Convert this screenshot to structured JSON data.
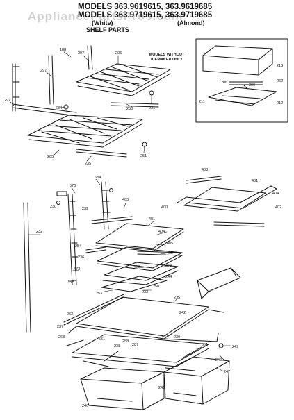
{
  "header": {
    "line1": "MODELS 363.9619615, 363.9619685",
    "line2": "MODELS 363.9719615, 363.9719685",
    "white": "(White)",
    "almond": "(Almond)",
    "title": "SHELF PARTS"
  },
  "watermark": "AppliancePartsPros.com",
  "inset_note": "MODELS WITHOUT ICEMAKER ONLY",
  "callouts": [
    {
      "id": "c188",
      "text": "188"
    },
    {
      "id": "c297a",
      "text": "297"
    },
    {
      "id": "c206a",
      "text": "206"
    },
    {
      "id": "c297b",
      "text": "297"
    },
    {
      "id": "c297c",
      "text": "297"
    },
    {
      "id": "c684a",
      "text": "684"
    },
    {
      "id": "c250",
      "text": "250"
    },
    {
      "id": "c231a",
      "text": "231"
    },
    {
      "id": "c213",
      "text": "213"
    },
    {
      "id": "c206b",
      "text": "206"
    },
    {
      "id": "c262",
      "text": "262"
    },
    {
      "id": "c209",
      "text": "209"
    },
    {
      "id": "c211",
      "text": "211"
    },
    {
      "id": "c212",
      "text": "212"
    },
    {
      "id": "c205",
      "text": "205"
    },
    {
      "id": "c235",
      "text": "235"
    },
    {
      "id": "c251",
      "text": "251"
    },
    {
      "id": "c684b",
      "text": "684"
    },
    {
      "id": "c570",
      "text": "570"
    },
    {
      "id": "c403a",
      "text": "403"
    },
    {
      "id": "c401a",
      "text": "401"
    },
    {
      "id": "c404a",
      "text": "404"
    },
    {
      "id": "c400a",
      "text": "400"
    },
    {
      "id": "c402a",
      "text": "402"
    },
    {
      "id": "c230",
      "text": "230"
    },
    {
      "id": "c232a",
      "text": "232"
    },
    {
      "id": "c232b",
      "text": "232"
    },
    {
      "id": "c403b",
      "text": "403"
    },
    {
      "id": "c401b",
      "text": "401"
    },
    {
      "id": "c404b",
      "text": "404"
    },
    {
      "id": "c405",
      "text": "405"
    },
    {
      "id": "c402b",
      "text": "402"
    },
    {
      "id": "c254",
      "text": "254"
    },
    {
      "id": "c236",
      "text": "236"
    },
    {
      "id": "c402c",
      "text": "402"
    },
    {
      "id": "c473a",
      "text": "473"
    },
    {
      "id": "c473b",
      "text": "473"
    },
    {
      "id": "c244",
      "text": "244"
    },
    {
      "id": "c525",
      "text": "525"
    },
    {
      "id": "c250b",
      "text": "250"
    },
    {
      "id": "c233",
      "text": "233"
    },
    {
      "id": "c215",
      "text": "215"
    },
    {
      "id": "c253",
      "text": "253"
    },
    {
      "id": "c242",
      "text": "242"
    },
    {
      "id": "c263a",
      "text": "263"
    },
    {
      "id": "c237",
      "text": "237"
    },
    {
      "id": "c263b",
      "text": "263"
    },
    {
      "id": "c551a",
      "text": "551"
    },
    {
      "id": "c258",
      "text": "258"
    },
    {
      "id": "c238",
      "text": "238"
    },
    {
      "id": "c287",
      "text": "287"
    },
    {
      "id": "c239a",
      "text": "239"
    },
    {
      "id": "c239b",
      "text": "239"
    },
    {
      "id": "c551b",
      "text": "551"
    },
    {
      "id": "c249",
      "text": "249"
    },
    {
      "id": "c240a",
      "text": "240"
    },
    {
      "id": "c241",
      "text": "241"
    },
    {
      "id": "c247",
      "text": "247"
    },
    {
      "id": "c246",
      "text": "246"
    },
    {
      "id": "c240b",
      "text": "240"
    }
  ]
}
